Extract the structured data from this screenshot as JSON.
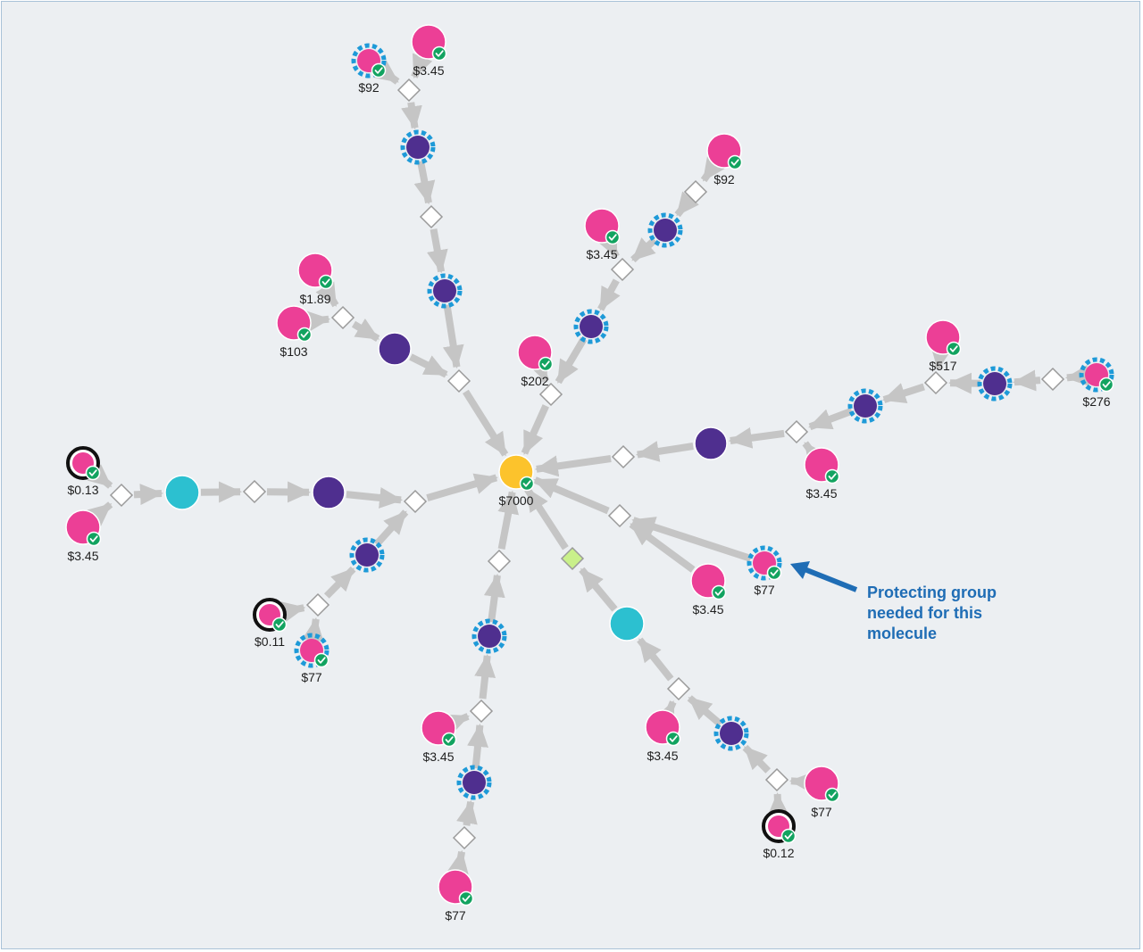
{
  "colors": {
    "background": "#eceff2",
    "edge": "#c5c5c5",
    "purchasable": "#ec3f96",
    "intermediate": "#4f2f8f",
    "key_intermediate": "#2cc0d0",
    "target": "#fcc32c",
    "reaction": "#ffffff",
    "reaction_highlight": "#c9f08a",
    "protecting_ring": "#1e9ad8",
    "check_badge": "#12a360",
    "special_ring": "#111111",
    "callout": "#1f6db5"
  },
  "icons": {
    "check_badge": "check-circle-icon",
    "callout_arrow": "arrow-left-icon"
  },
  "target": {
    "price": "$7000"
  },
  "purchasable_prices": {
    "left_top": "$0.13",
    "left_bottom": "$3.45",
    "upper_left_a": "$1.89",
    "upper_left_b": "$103",
    "top_left": "$92",
    "top_right": "$3.45",
    "upper_right_a": "$92",
    "upper_right_b": "$3.45",
    "center_top": "$202",
    "right_a": "$517",
    "right_b": "$276",
    "right_c": "$3.45",
    "lower_right_protected": "$77",
    "lower_right": "$3.45",
    "lower_left_a": "$0.11",
    "lower_left_b": "$77",
    "bottom_a": "$3.45",
    "bottom_b": "$77",
    "bottom_right_a": "$3.45",
    "bottom_right_b": "$77",
    "bottom_right_c": "$0.12"
  },
  "callout": {
    "line1": "Protecting group",
    "line2": "needed for this",
    "line3": "molecule"
  }
}
